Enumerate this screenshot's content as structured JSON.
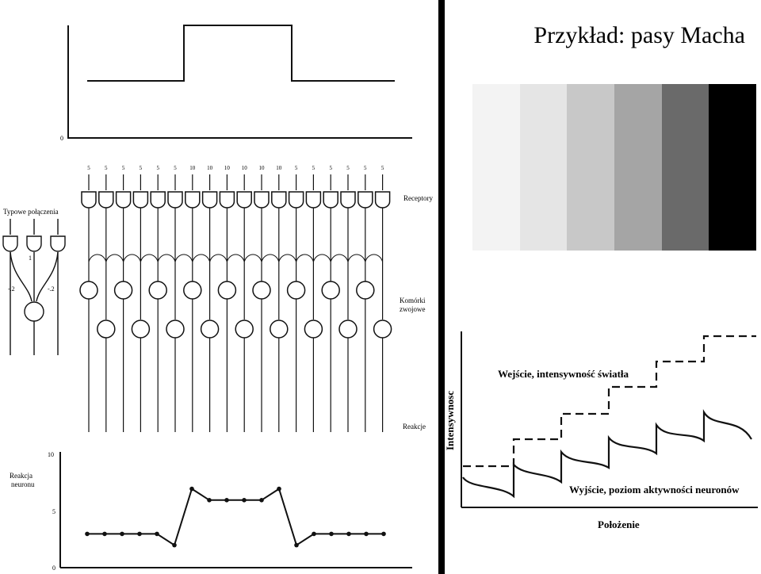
{
  "title": "Przykład: pasy Macha",
  "left": {
    "stimulus_axis_zero": "0",
    "receptor_values": [
      "5",
      "5",
      "5",
      "5",
      "5",
      "5",
      "10",
      "10",
      "10",
      "10",
      "10",
      "10",
      "5",
      "5",
      "5",
      "5",
      "5",
      "5"
    ],
    "labels": {
      "receptors": "Receptory",
      "typical": "Typowe połączenia",
      "ganglion": "Komórki zwojowe",
      "responses": "Reakcje",
      "response_axis": "Reakcja neuronu"
    },
    "weights": {
      "center": "1",
      "left": "-.2",
      "right": "-.2"
    },
    "response_ticks": [
      "10",
      "5",
      "0"
    ]
  },
  "bands": {
    "colors": [
      "#f3f3f3",
      "#e5e5e5",
      "#c8c8c8",
      "#a5a5a5",
      "#6a6a6a",
      "#000000"
    ]
  },
  "graph": {
    "ylabel": "Intensywnosc",
    "xlabel": "Położenie",
    "input_label": "Wejście, intensywność światła",
    "output_label": "Wyjście, poziom aktywności neuronów"
  },
  "chart_data": {
    "type": "line",
    "title": "",
    "xlabel": "",
    "ylabel": "Reakcja neuronu",
    "ylim": [
      0,
      10
    ],
    "yticks": [
      0,
      5,
      10
    ],
    "x": [
      1,
      2,
      3,
      4,
      5,
      6,
      7,
      8,
      9,
      10,
      11,
      12,
      13,
      14,
      15,
      16,
      17,
      18
    ],
    "series": [
      {
        "values": [
          3,
          3,
          3,
          3,
          3,
          2,
          7,
          6,
          6,
          6,
          6,
          7,
          2,
          3,
          3,
          3,
          3,
          3
        ]
      }
    ]
  }
}
